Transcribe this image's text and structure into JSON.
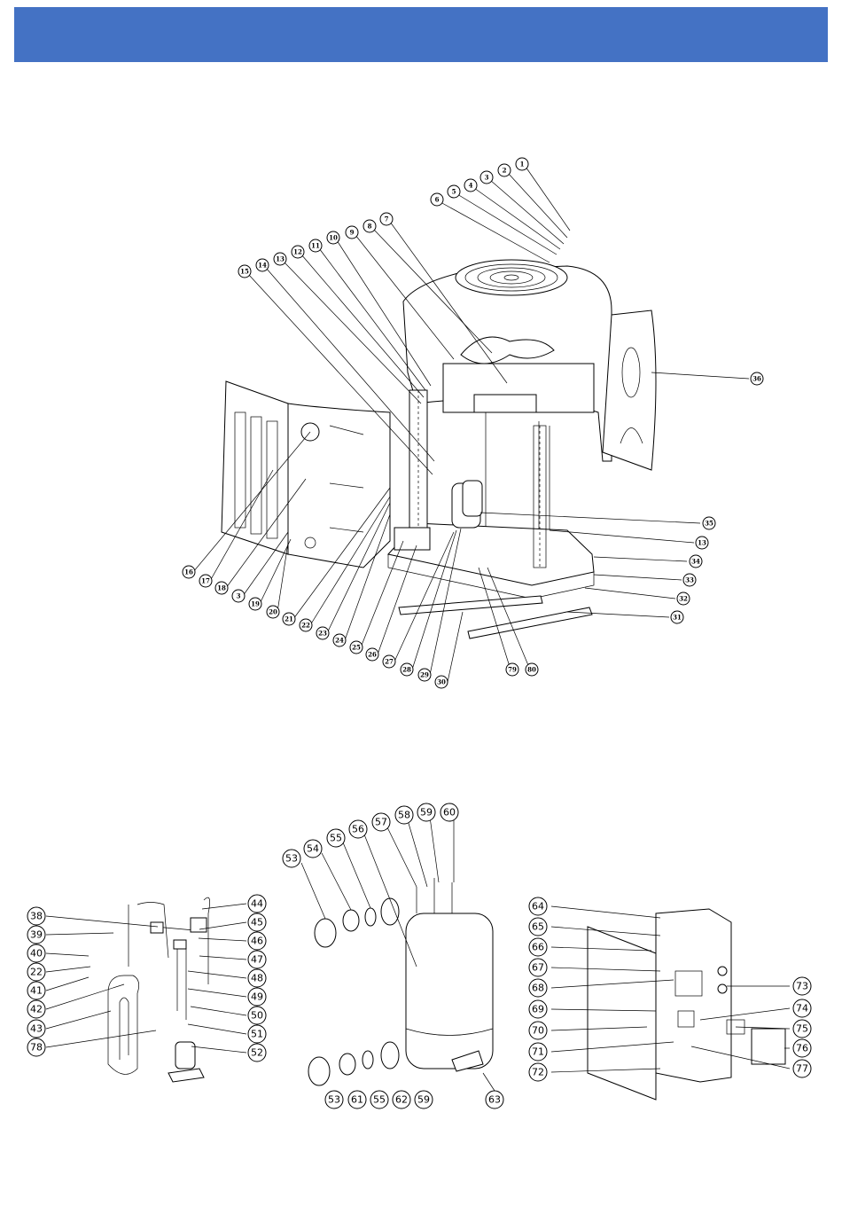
{
  "colors": {
    "header": "#4472c4"
  },
  "main_diagram": {
    "labels": [
      "1",
      "2",
      "3",
      "4",
      "5",
      "6",
      "7",
      "8",
      "9",
      "10",
      "11",
      "12",
      "13",
      "14",
      "15",
      "16",
      "17",
      "18",
      "3",
      "19",
      "20",
      "21",
      "22",
      "23",
      "24",
      "25",
      "26",
      "27",
      "28",
      "29",
      "30",
      "79",
      "80",
      "31",
      "32",
      "33",
      "34",
      "13",
      "35",
      "36"
    ]
  },
  "refrigerant_diagram": {
    "labels": [
      "38",
      "39",
      "40",
      "22",
      "41",
      "42",
      "43",
      "78",
      "44",
      "45",
      "46",
      "47",
      "48",
      "49",
      "50",
      "51",
      "52"
    ]
  },
  "heat_exchanger_diagram": {
    "labels": [
      "53",
      "54",
      "55",
      "56",
      "57",
      "58",
      "59",
      "60",
      "53",
      "61",
      "55",
      "62",
      "59",
      "63"
    ]
  },
  "electrical_box_diagram": {
    "labels": [
      "64",
      "65",
      "66",
      "67",
      "68",
      "69",
      "70",
      "71",
      "72",
      "73",
      "74",
      "75",
      "76",
      "77"
    ]
  }
}
